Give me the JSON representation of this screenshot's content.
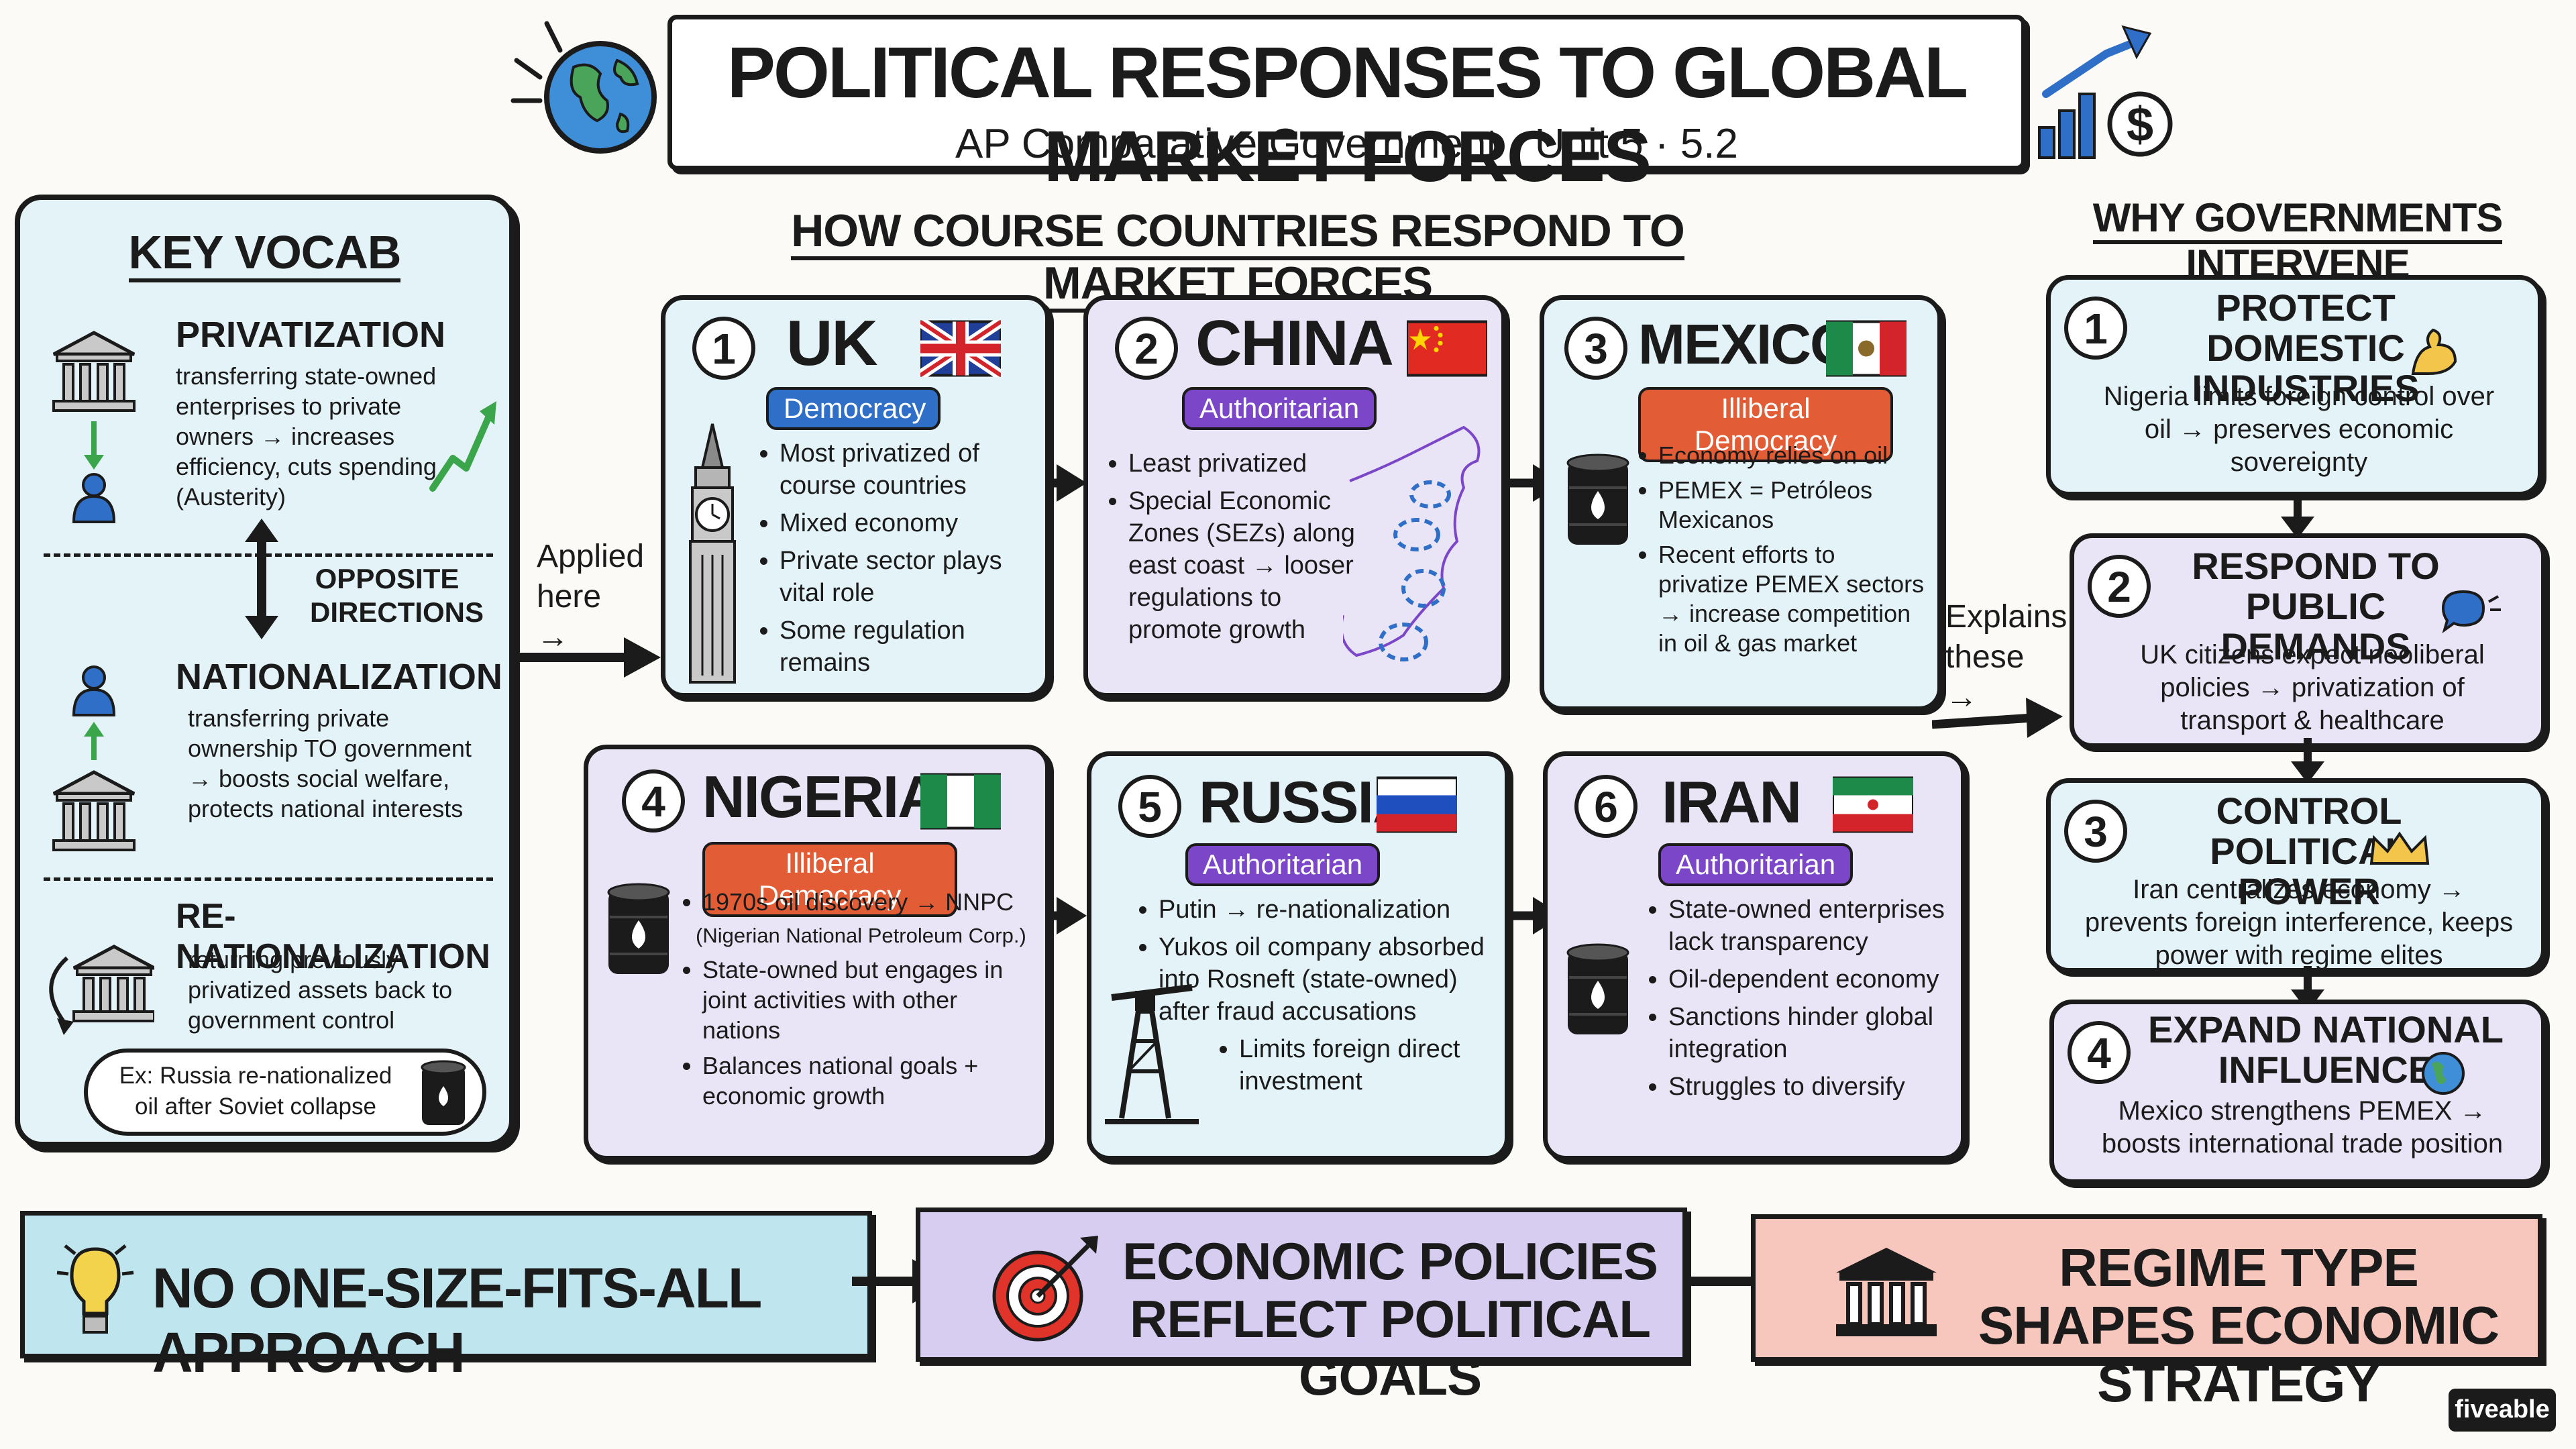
{
  "header": {
    "title": "POLITICAL RESPONSES TO GLOBAL MARKET FORCES",
    "subtitle": "AP Comparative Government · Unit 5 · 5.2"
  },
  "vocab": {
    "heading": "KEY VOCAB",
    "privatization": {
      "term": "PRIVATIZATION",
      "definition": "transferring state-owned enterprises to private owners → increases efficiency, cuts spending (Austerity)"
    },
    "opposite_label": "OPPOSITE DIRECTIONS",
    "nationalization": {
      "term": "NATIONALIZATION",
      "definition": "transferring private ownership TO government → boosts social welfare, protects national interests"
    },
    "renationalization": {
      "term": "RE-NATIONALIZATION",
      "definition": "returning previously privatized assets back to government control"
    },
    "example": "Ex: Russia re-nationalized oil after Soviet collapse"
  },
  "applied_label": "Applied here →",
  "countries_heading": "HOW COURSE COUNTRIES RESPOND TO MARKET FORCES",
  "countries": [
    {
      "num": "1",
      "name": "UK",
      "regime": "Democracy",
      "bullets": [
        "Most privatized of course countries",
        "Mixed economy",
        "Private sector plays vital role",
        "Some regulation remains"
      ]
    },
    {
      "num": "2",
      "name": "CHINA",
      "regime": "Authoritarian",
      "bullets": [
        "Least privatized",
        "Special Economic Zones (SEZs) along east coast → looser regulations to promote growth"
      ]
    },
    {
      "num": "3",
      "name": "MEXICO",
      "regime": "Illiberal Democracy",
      "bullets": [
        "Economy relies on oil",
        "PEMEX = Petróleos Mexicanos",
        "Recent efforts to privatize PEMEX sectors → increase competition in oil & gas market"
      ]
    },
    {
      "num": "4",
      "name": "NIGERIA",
      "regime": "Illiberal Democracy",
      "bullets": [
        "1970s oil discovery → NNPC",
        "(Nigerian National Petroleum Corp.)",
        "State-owned but engages in joint activities with other nations",
        "Balances national goals + economic growth"
      ]
    },
    {
      "num": "5",
      "name": "RUSSIA",
      "regime": "Authoritarian",
      "bullets": [
        "Putin → re-nationalization",
        "Yukos oil company absorbed into Rosneft (state-owned) after fraud accusations",
        "Limits foreign direct investment"
      ]
    },
    {
      "num": "6",
      "name": "IRAN",
      "regime": "Authoritarian",
      "bullets": [
        "State-owned enterprises lack transparency",
        "Oil-dependent economy",
        "Sanctions hinder global integration",
        "Struggles to diversify"
      ]
    }
  ],
  "explains_label": "Explains these →",
  "why_heading": "WHY GOVERNMENTS INTERVENE",
  "reasons": [
    {
      "num": "1",
      "title": "PROTECT DOMESTIC INDUSTRIES",
      "body": "Nigeria limits foreign control over oil → preserves economic sovereignty"
    },
    {
      "num": "2",
      "title": "RESPOND TO PUBLIC DEMANDS",
      "body": "UK citizens expect neoliberal policies → privatization of transport & healthcare"
    },
    {
      "num": "3",
      "title": "CONTROL POLITICAL POWER",
      "body": "Iran centralizes economy → prevents foreign interference, keeps power with regime elites"
    },
    {
      "num": "4",
      "title": "EXPAND NATIONAL INFLUENCE",
      "body": "Mexico strengthens PEMEX → boosts international trade position"
    }
  ],
  "takeaways": [
    {
      "text": "NO ONE-SIZE-FITS-ALL APPROACH",
      "color": "#bfe6ee"
    },
    {
      "text": "ECONOMIC POLICIES REFLECT POLITICAL GOALS",
      "color": "#d7cdf0"
    },
    {
      "text": "REGIME TYPE SHAPES ECONOMIC STRATEGY",
      "color": "#f7c7bd"
    }
  ],
  "brand": "fiveable"
}
